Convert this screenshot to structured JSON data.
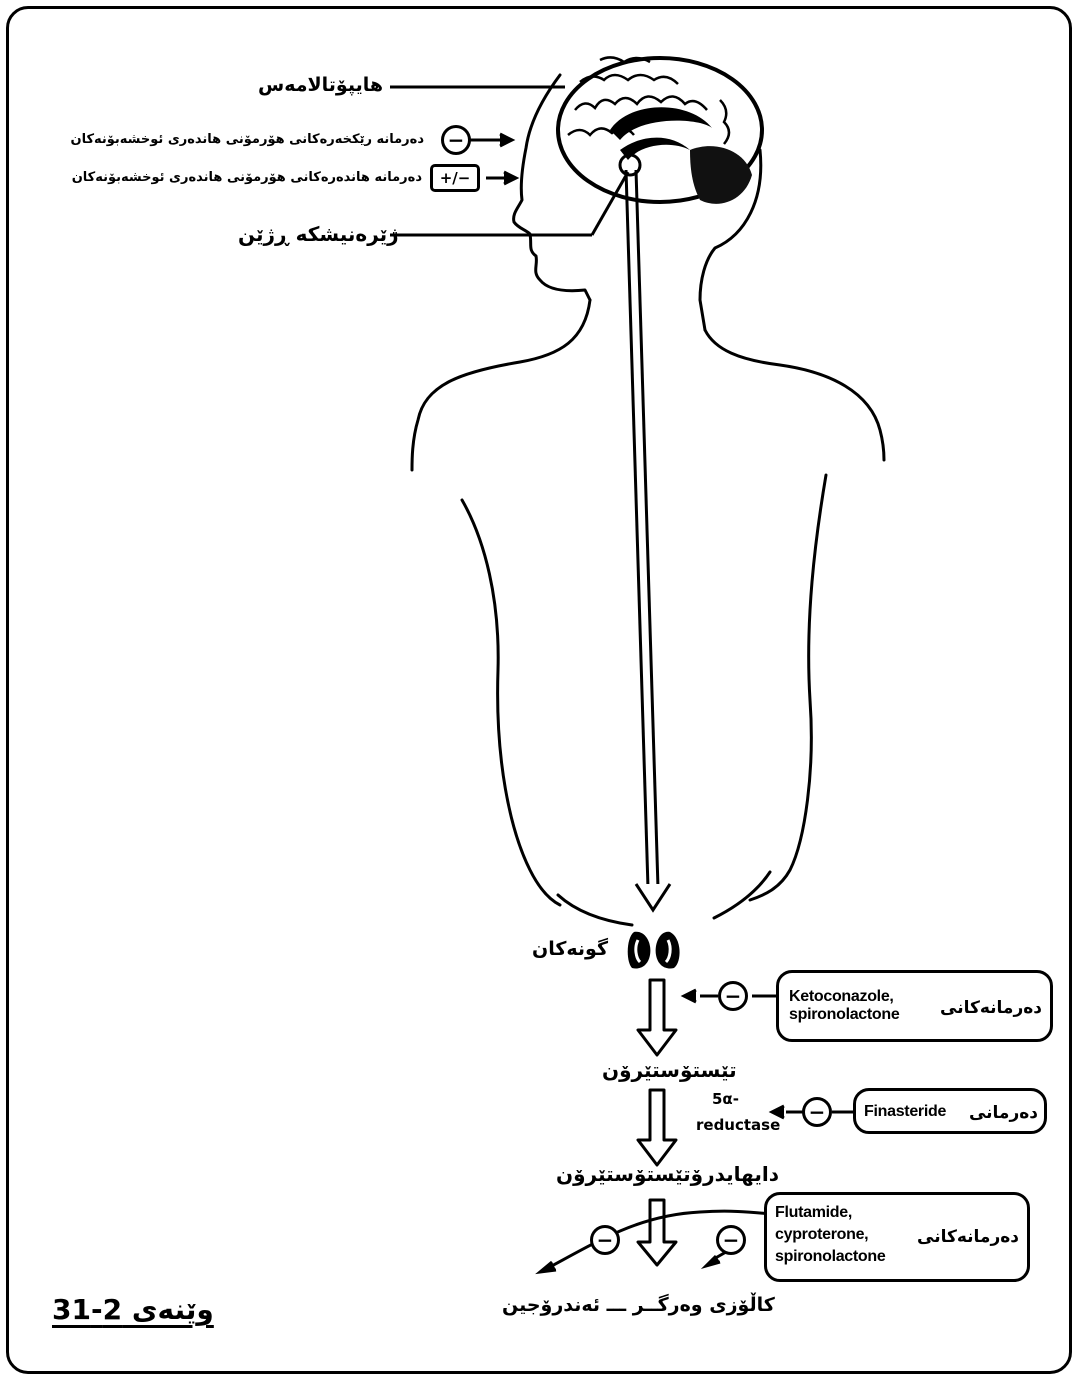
{
  "labels": {
    "hypothalamus": "هایپۆتالامەس",
    "gnrh_agonist_drugs": "دەرمانە رێکخەرەکانی هۆرمۆنی هاندەری ئوخشەبۆنەکان",
    "gnrh_antagonist_drugs": "دەرمانە هاندەرەکانی هۆرمۆنی هاندەری ئوخشەبۆنەکان",
    "pituitary": "ژێرەنیشکە ڕژێن",
    "gonads": "گونەکان",
    "testosterone": "تێستۆستێرۆن",
    "enzyme": [
      "5α-",
      "reductase"
    ],
    "dht": "دایهایدرۆتێستۆستێرۆن",
    "receptor": "کاڵۆزی وەرگــر ـــ ئەندرۆجین",
    "figure_caption": "وێنەی 2-31"
  },
  "symbols": {
    "minus": "−",
    "plus_minus": "+/−"
  },
  "drug_boxes": [
    {
      "drugs": [
        "Ketoconazole,",
        "spironolactone"
      ],
      "kurdish": "دەرمانەکانی"
    },
    {
      "drugs": [
        "Finasteride"
      ],
      "kurdish": "دەرمانی"
    },
    {
      "drugs": [
        "Flutamide,",
        "cyproterone,",
        "spironolactone"
      ],
      "kurdish": "دەرمانەکانی"
    }
  ],
  "colors": {
    "ink": "#000000",
    "paper": "#ffffff",
    "brain_dark": "#111111"
  }
}
